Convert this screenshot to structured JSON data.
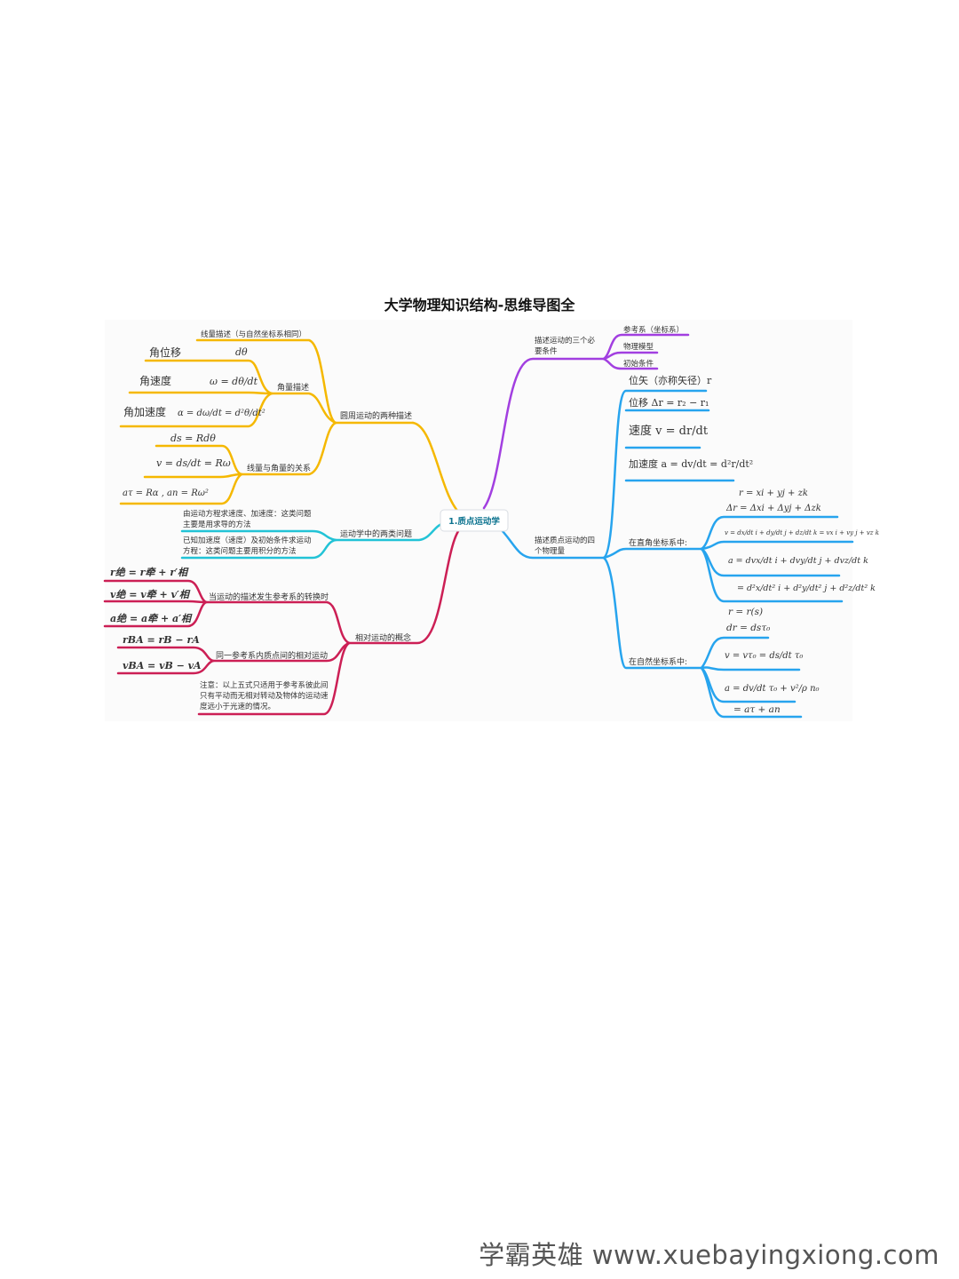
{
  "title": "大学物理知识结构-思维导图全",
  "colors": {
    "root": "#0e7490",
    "yellow": "#f5b800",
    "cyan": "#22c3d6",
    "crimson": "#cc1f55",
    "purple": "#a23fe0",
    "blue": "#27a4ee"
  },
  "root": "1.质点运动学",
  "circular": {
    "label": "圆周运动的两种描述",
    "linear_desc": "线量描述（与自然坐标系相同）",
    "angular": {
      "label": "角量描述",
      "items": [
        {
          "name": "角位移",
          "formula": "dθ"
        },
        {
          "name": "角速度",
          "formula": "ω = dθ/dt"
        },
        {
          "name": "角加速度",
          "formula": "α = dω/dt = d²θ/dt²"
        }
      ]
    },
    "relation": {
      "label": "线量与角量的关系",
      "formulas": [
        "ds = Rdθ",
        "v = ds/dt = Rω",
        "aτ = Rα ,   an = Rω²"
      ]
    }
  },
  "problems": {
    "label": "运动学中的两类问题",
    "items": [
      "由运动方程求速度、加速度：这类问题主要是用求导的方法",
      "已知加速度（速度）及初始条件求运动方程：这类问题主要用积分的方法"
    ]
  },
  "relative": {
    "label": "相对运动的概念",
    "frame_change": {
      "label": "当运动的描述发生参考系的转换时",
      "formulas": [
        "r绝 = r牵 + r′相",
        "v绝 = v牵 + v′相",
        "a绝 = a牵 + a′相"
      ]
    },
    "same_frame": {
      "label": "同一参考系内质点间的相对运动",
      "formulas": [
        "rBA = rB − rA",
        "vBA = vB − vA"
      ]
    },
    "note": "注意：以上五式只适用于参考系彼此间只有平动而无相对转动及物体的运动速度远小于光速的情况。"
  },
  "conditions": {
    "label": "描述运动的三个必要条件",
    "items": [
      "参考系（坐标系）",
      "物理模型",
      "初始条件"
    ]
  },
  "quantities": {
    "label": "描述质点运动的四个物理量",
    "items": [
      "位矢（亦称矢径）r",
      "位移 Δr = r₂ − r₁",
      "速度 v = dr/dt",
      "加速度 a = dv/dt = d²r/dt²"
    ],
    "cartesian": {
      "label": "在直角坐标系中:",
      "formulas": [
        "r = xi + yj + zk",
        "Δr = Δxi + Δyj + Δzk",
        "v = dx/dt i + dy/dt j + dz/dt k = vx i + vy j + vz k",
        "a = dvx/dt i + dvy/dt j + dvz/dt k",
        "= d²x/dt² i + d²y/dt² j + d²z/dt² k"
      ]
    },
    "natural": {
      "label": "在自然坐标系中:",
      "formulas": [
        "r = r(s)",
        "dr = dsτ₀",
        "v = vτ₀ = ds/dt τ₀",
        "a = dv/dt τ₀ + v²/ρ n₀",
        "= aτ + an"
      ]
    }
  },
  "footer": "学霸英雄 www.xuebayingxiong.com"
}
